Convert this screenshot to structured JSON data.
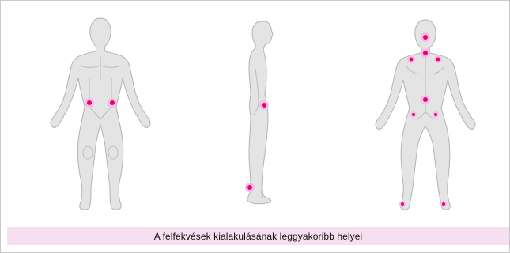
{
  "caption": "A felfekvések kialakulásának leggyakoribb helyei",
  "colors": {
    "caption_background": "#f6dff1",
    "pressure_spot": "#e6007e",
    "pressure_spot_halo": "#f6bfe2",
    "figure_fill": "#e4e4e4",
    "figure_outline": "#b3b3b3"
  },
  "figures": [
    {
      "view": "front",
      "spots": [
        "right-hip",
        "left-hip"
      ]
    },
    {
      "view": "side",
      "spots": [
        "hip",
        "heel"
      ]
    },
    {
      "view": "back",
      "spots": [
        "back-of-head",
        "left-shoulder-blade",
        "spine-upper",
        "right-shoulder-blade",
        "sacrum",
        "left-buttock",
        "right-buttock",
        "left-heel",
        "right-heel"
      ]
    }
  ]
}
